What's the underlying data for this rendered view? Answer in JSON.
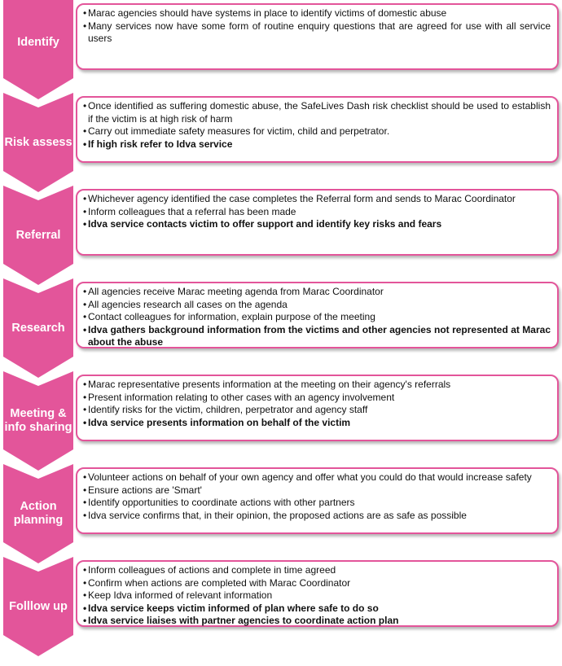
{
  "colors": {
    "chevron": "#e3559a",
    "box_border": "#e3559a",
    "text": "#111111"
  },
  "bullet": "•",
  "stages": [
    {
      "label": "Identify",
      "items": [
        {
          "text": "Marac agencies should have systems in place to identify victims of domestic abuse",
          "bold": false
        },
        {
          "text": "Many services now have some form of routine enquiry questions that are agreed for use with all service users",
          "bold": false
        }
      ]
    },
    {
      "label": "Risk assess",
      "items": [
        {
          "text": "Once identified as suffering domestic abuse, the SafeLives Dash risk checklist should be used to establish if the victim is at high risk of harm",
          "bold": false
        },
        {
          "text": "Carry out immediate safety measures for victim, child and perpetrator.",
          "bold": false
        },
        {
          "text": "If high risk refer to Idva service",
          "bold": true
        }
      ]
    },
    {
      "label": "Referral",
      "items": [
        {
          "text": "Whichever agency identified the case completes the Referral form and sends to Marac Coordinator",
          "bold": false
        },
        {
          "text": "Inform colleagues that a referral has been made",
          "bold": false
        },
        {
          "text": "Idva service contacts victim to offer support and identify key risks and fears",
          "bold": true
        }
      ]
    },
    {
      "label": "Research",
      "items": [
        {
          "text": "All agencies receive Marac meeting agenda from Marac Coordinator",
          "bold": false
        },
        {
          "text": "All agencies research all cases on the agenda",
          "bold": false
        },
        {
          "text": "Contact colleagues for information, explain purpose of the meeting",
          "bold": false
        },
        {
          "text": "Idva gathers background information from the victims and other agencies not represented at Marac about the abuse",
          "bold": true
        }
      ]
    },
    {
      "label": "Meeting & info sharing",
      "items": [
        {
          "text": "Marac representative presents information at the meeting on their agency's referrals",
          "bold": false
        },
        {
          "text": "Present information relating to other cases with an agency involvement",
          "bold": false
        },
        {
          "text": "Identify risks for the victim, children, perpetrator and agency staff",
          "bold": false
        },
        {
          "text": "Idva service presents information on behalf of the victim",
          "bold": true
        }
      ]
    },
    {
      "label": "Action planning",
      "items": [
        {
          "text": "Volunteer actions on behalf of your own agency and offer what you could do that would increase safety",
          "bold": false
        },
        {
          "text": "Ensure actions are 'Smart'",
          "bold": false
        },
        {
          "text": "Identify opportunities to coordinate actions with other partners",
          "bold": false
        },
        {
          "text": "Idva service confirms that, in their opinion, the proposed actions are as safe as possible",
          "bold": false
        }
      ]
    },
    {
      "label": "Folllow up",
      "items": [
        {
          "text": "Inform colleagues of actions and complete in time agreed",
          "bold": false
        },
        {
          "text": "Confirm when actions are completed with Marac Coordinator",
          "bold": false
        },
        {
          "text": "Keep Idva informed of relevant information",
          "bold": false
        },
        {
          "text": "Idva service keeps victim informed of plan where safe to do so",
          "bold": true
        },
        {
          "text": "Idva service liaises with partner agencies to coordinate action plan",
          "bold": true
        }
      ]
    }
  ]
}
